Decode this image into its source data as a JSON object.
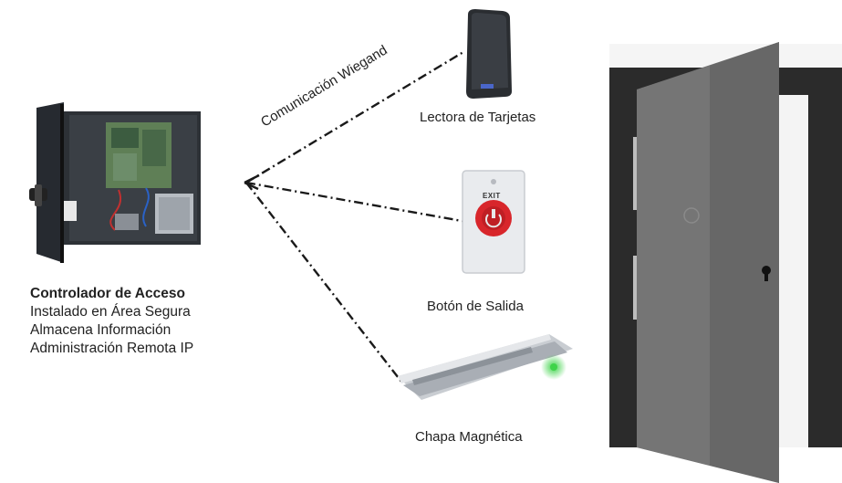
{
  "controller": {
    "title": "Controlador de Acceso",
    "lines": [
      "Instalado en Área Segura",
      "Almacena Información",
      "Administración Remota IP"
    ]
  },
  "connection_label": "Comunicación Wiegand",
  "devices": {
    "reader": {
      "label": "Lectora de Tarjetas"
    },
    "exit_button": {
      "label": "Botón de Salida",
      "button_text": "EXIT"
    },
    "mag_lock": {
      "label": "Chapa Magnética"
    }
  },
  "colors": {
    "exit_button_red": "#d8262b",
    "status_led_green": "#3fd34a",
    "door": "#6e6e6e",
    "door_frame": "#2b2b2b"
  }
}
